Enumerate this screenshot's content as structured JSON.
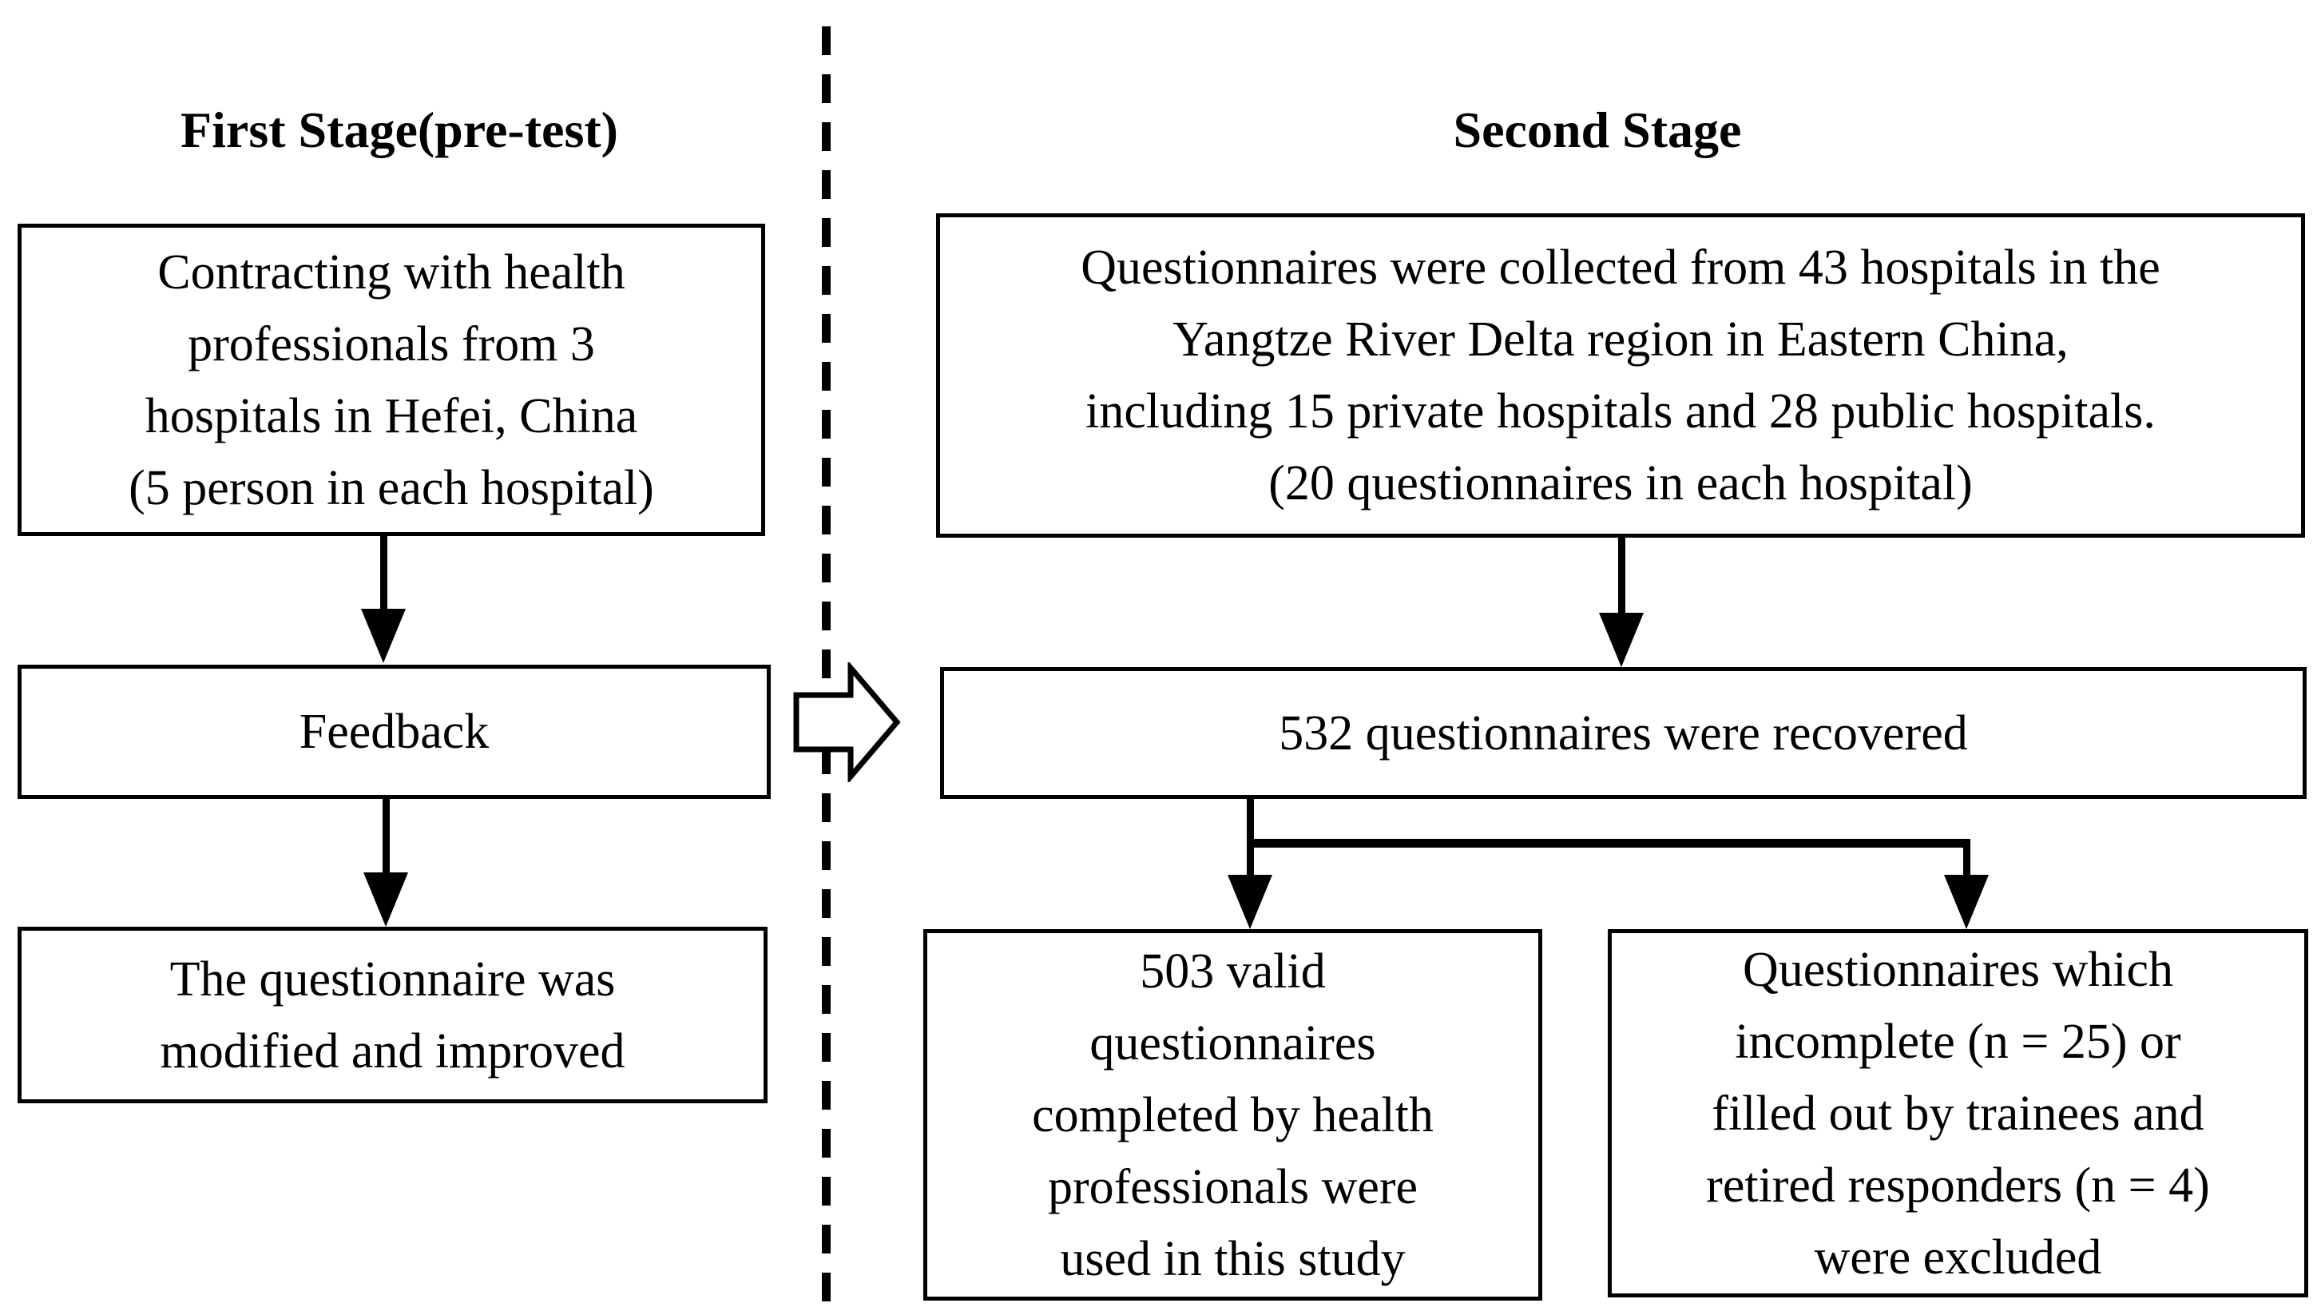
{
  "diagram": {
    "colors": {
      "line": "#000000",
      "background": "#ffffff",
      "text": "#000000"
    },
    "first_stage": {
      "heading": "First Stage(pre-test)",
      "contract_box": {
        "lines": [
          "Contracting with health",
          "professionals from 3",
          "hospitals in Hefei, China",
          "(5 person in each hospital)"
        ]
      },
      "feedback_box": {
        "label": "Feedback"
      },
      "modified_box": {
        "lines": [
          "The questionnaire was",
          "modified and improved"
        ]
      }
    },
    "second_stage": {
      "heading": "Second Stage",
      "collected_box": {
        "lines": [
          "Questionnaires were collected from 43 hospitals in the",
          "Yangtze River Delta region in Eastern China,",
          "including 15 private hospitals and 28 public hospitals.",
          "(20 questionnaires in each hospital)"
        ]
      },
      "recovered_box": {
        "label": "532 questionnaires were recovered"
      },
      "valid_box": {
        "lines": [
          "503 valid",
          "questionnaires",
          "completed by health",
          "professionals were",
          "used in this study"
        ]
      },
      "excluded_box": {
        "lines": [
          "Questionnaires which",
          "incomplete (n = 25) or",
          "filled out by trainees and",
          "retired responders (n = 4)",
          "were excluded"
        ]
      }
    }
  }
}
